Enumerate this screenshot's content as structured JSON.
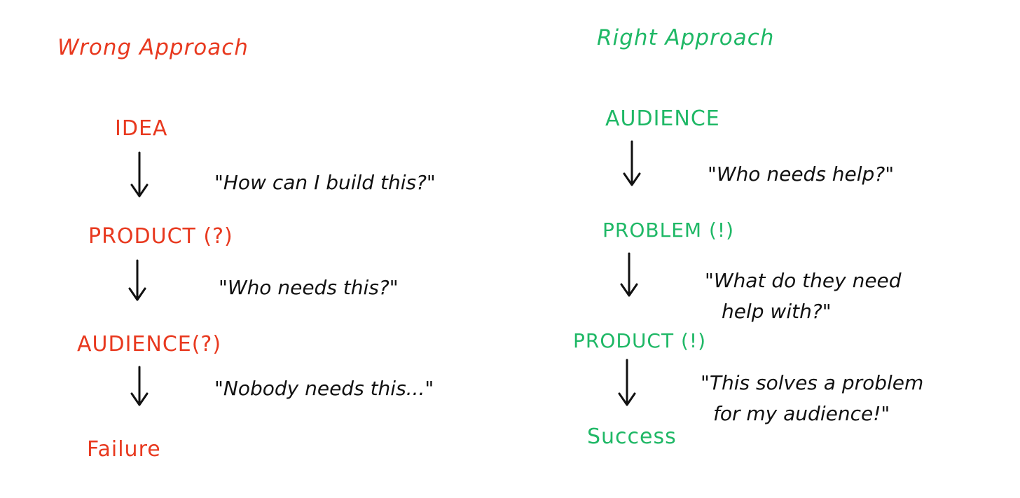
{
  "colors": {
    "wrong": "#e8391f",
    "right": "#1fb866",
    "quote": "#111111"
  },
  "wrong": {
    "heading": "Wrong Approach",
    "steps": [
      "IDEA",
      "PRODUCT (?)",
      "AUDIENCE(?)",
      "Failure"
    ],
    "quotes": [
      "\"How can I build this?\"",
      "\"Who needs this?\"",
      "\"Nobody needs this...\""
    ]
  },
  "right": {
    "heading": "Right Approach",
    "steps": [
      "AUDIENCE",
      "PROBLEM (!)",
      "PRODUCT (!)",
      "Success"
    ],
    "quotes": [
      "\"Who needs help?\"",
      "\"What do they need",
      "help with?\"",
      "\"This solves a problem",
      "for my audience!\""
    ]
  }
}
